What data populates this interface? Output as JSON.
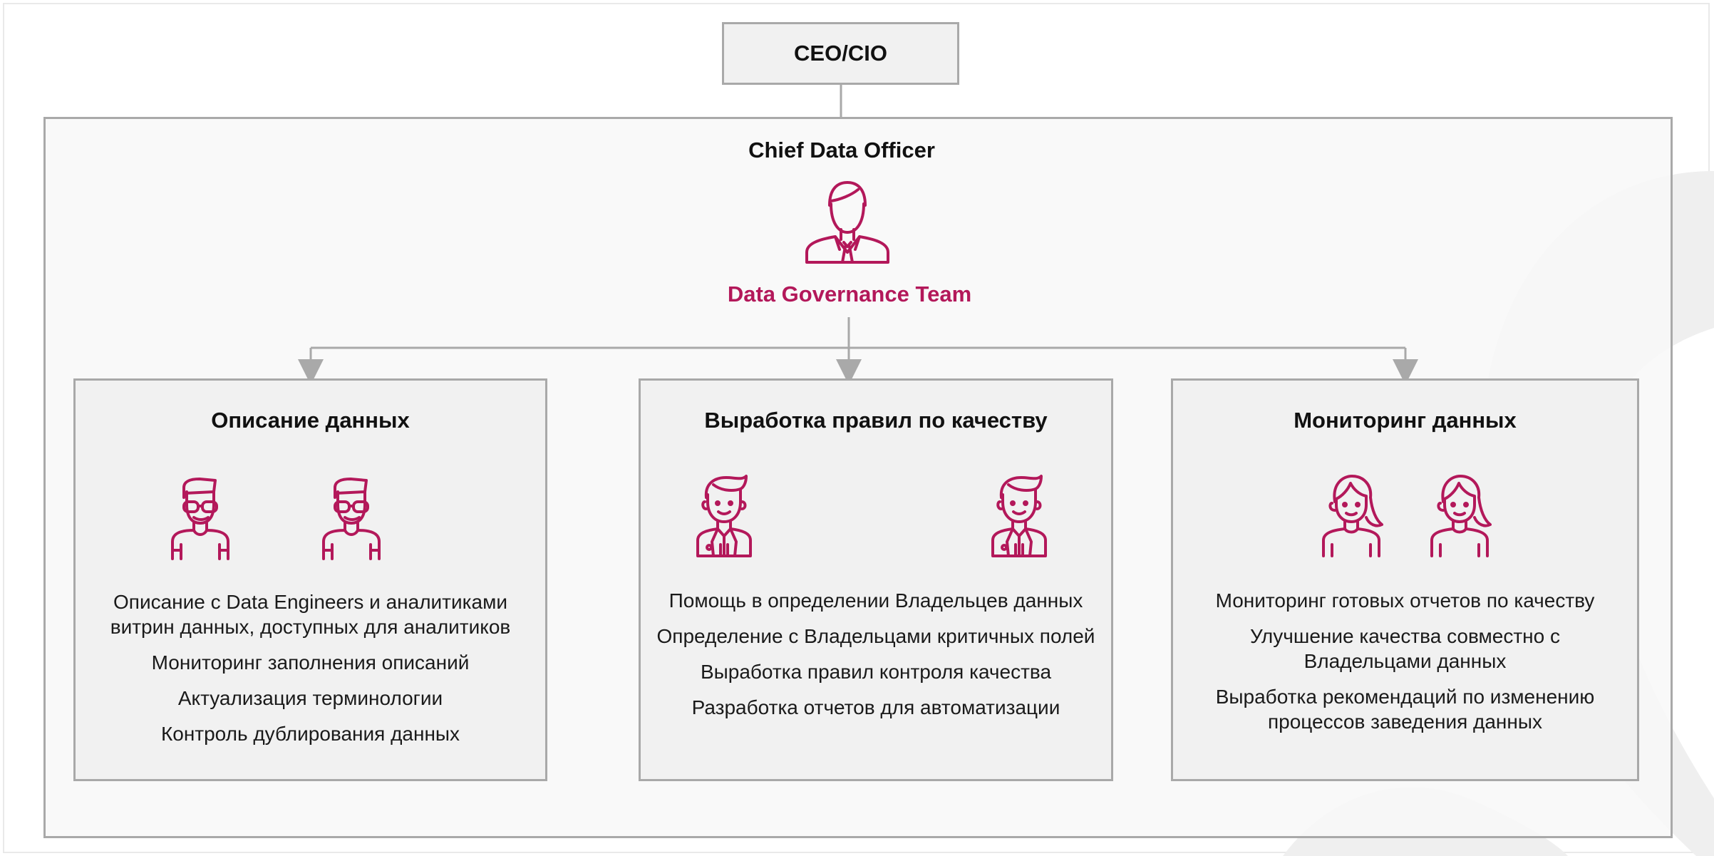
{
  "ceo": {
    "label": "CEO/CIO"
  },
  "cdo": {
    "title": "Chief Data Officer",
    "team": "Data Governance Team",
    "icon": "manager-icon"
  },
  "colors": {
    "accent": "#b3185a",
    "border": "#a9a9a9",
    "box_bg": "#f1f1f1",
    "decor": "#eeeeee"
  },
  "boxes": [
    {
      "title": "Описание данных",
      "icons": [
        "male-glasses-icon",
        "male-glasses-icon"
      ],
      "items": [
        "Описание с Data Engineers и аналитиками витрин данных, доступных для аналитиков",
        "Мониторинг заполнения описаний",
        "Актуализация терминологии",
        "Контроль дублирования данных"
      ]
    },
    {
      "title": "Выработка правил по качеству",
      "icons": [
        "doctor-icon",
        "doctor-icon"
      ],
      "items": [
        "Помощь в определении Владельцев данных",
        "Определение с Владельцами критичных полей",
        "Выработка правил контроля качества",
        "Разработка отчетов для автоматизации"
      ]
    },
    {
      "title": "Мониторинг данных",
      "icons": [
        "female-icon",
        "female-icon"
      ],
      "items": [
        "Мониторинг готовых отчетов по качеству",
        "Улучшение качества совместно с Владельцами данных",
        "Выработка рекомендаций по изменению процессов заведения данных"
      ]
    }
  ]
}
